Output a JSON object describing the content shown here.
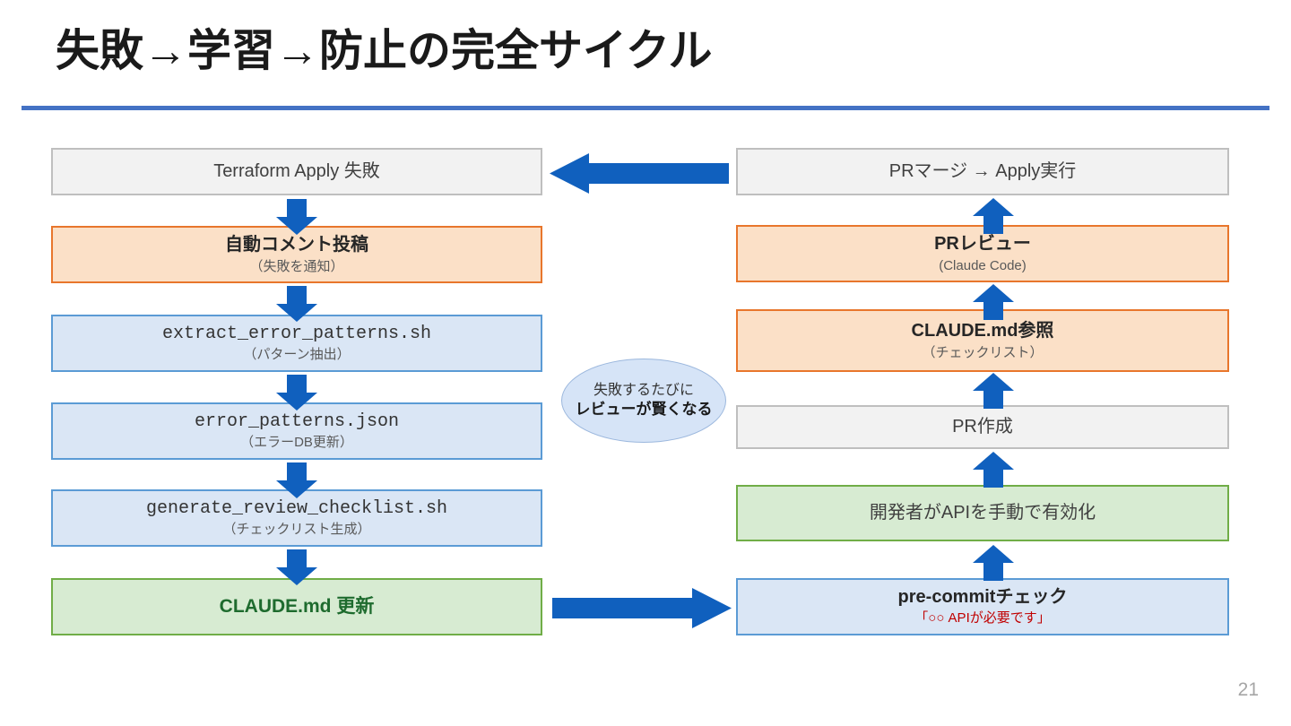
{
  "slide": {
    "title": "失敗→学習→防止の完全サイクル",
    "page_number": "21",
    "accent_color": "#4472C4",
    "arrow_color": "#1060BE"
  },
  "left_column": [
    {
      "name": "terraform-apply-failure",
      "style": "gray",
      "main": "Terraform Apply 失敗",
      "sub": ""
    },
    {
      "name": "auto-comment-post",
      "style": "orange",
      "main": "自動コメント投稿",
      "sub": "（失敗を通知）"
    },
    {
      "name": "extract-error-patterns",
      "style": "blue",
      "main": "extract_error_patterns.sh",
      "sub": "（パターン抽出）"
    },
    {
      "name": "error-patterns-json",
      "style": "blue",
      "main": "error_patterns.json",
      "sub": "（エラーDB更新）"
    },
    {
      "name": "generate-review-checklist",
      "style": "blue",
      "main": "generate_review_checklist.sh",
      "sub": "（チェックリスト生成）"
    },
    {
      "name": "claude-md-update",
      "style": "green-bold",
      "main": "CLAUDE.md 更新",
      "sub": ""
    }
  ],
  "right_column": [
    {
      "name": "pr-merge-apply-run",
      "style": "gray",
      "main": "PRマージ → Apply実行",
      "sub": ""
    },
    {
      "name": "pr-review",
      "style": "orange",
      "main": "PRレビュー",
      "sub": "(Claude Code)"
    },
    {
      "name": "claude-md-reference",
      "style": "orange",
      "main": "CLAUDE.md参照",
      "sub": "（チェックリスト）"
    },
    {
      "name": "pr-create",
      "style": "gray",
      "main": "PR作成",
      "sub": ""
    },
    {
      "name": "developer-enable-api",
      "style": "green",
      "main": "開発者がAPIを手動で有効化",
      "sub": ""
    },
    {
      "name": "pre-commit-check",
      "style": "blue-bold",
      "main": "pre-commitチェック",
      "sub": "「○○ APIが必要です」"
    }
  ],
  "center_callout": {
    "line1": "失敗するたびに",
    "line2": "レビューが賢くなる"
  },
  "connectors": {
    "left_down_count": 5,
    "right_up_count": 5,
    "cross_top_direction": "left",
    "cross_bottom_direction": "right"
  }
}
